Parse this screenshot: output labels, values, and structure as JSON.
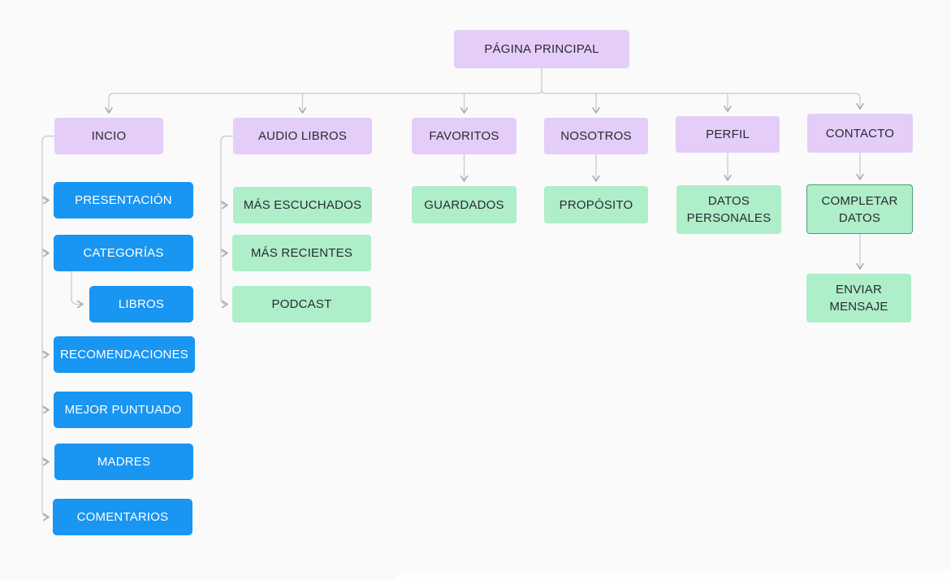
{
  "diagram": {
    "type": "sitemap-flowchart",
    "root_label": "PÁGINA PRINCIPAL"
  },
  "labels": {
    "root": "PÁGINA PRINCIPAL",
    "inicio": "INCIO",
    "presentacion": "PRESENTACIÓN",
    "categorias": "CATEGORÍAS",
    "libros": "LIBROS",
    "recomendaciones": "RECOMENDACIONES",
    "mejor_puntuado": "MEJOR PUNTUADO",
    "madres": "MADRES",
    "comentarios": "COMENTARIOS",
    "audio_libros": "AUDIO LIBROS",
    "mas_escuchados": "MÁS ESCUCHADOS",
    "mas_recientes": "MÁS RECIENTES",
    "podcast": "PODCAST",
    "favoritos": "FAVORITOS",
    "guardados": "GUARDADOS",
    "nosotros": "NOSOTROS",
    "proposito": "PROPÓSITO",
    "perfil": "PERFIL",
    "datos_personales": "DATOS PERSONALES",
    "contacto": "CONTACTO",
    "completar_datos": "COMPLETAR DATOS",
    "enviar_mensaje": "ENVIAR MENSAJE"
  },
  "tree": {
    "root": "root",
    "children": [
      {
        "id": "inicio",
        "children": [
          {
            "id": "presentacion"
          },
          {
            "id": "categorias",
            "children": [
              {
                "id": "libros"
              }
            ]
          },
          {
            "id": "recomendaciones"
          },
          {
            "id": "mejor_puntuado"
          },
          {
            "id": "madres"
          },
          {
            "id": "comentarios"
          }
        ]
      },
      {
        "id": "audio_libros",
        "children": [
          {
            "id": "mas_escuchados"
          },
          {
            "id": "mas_recientes"
          },
          {
            "id": "podcast"
          }
        ]
      },
      {
        "id": "favoritos",
        "children": [
          {
            "id": "guardados"
          }
        ]
      },
      {
        "id": "nosotros",
        "children": [
          {
            "id": "proposito"
          }
        ]
      },
      {
        "id": "perfil",
        "children": [
          {
            "id": "datos_personales"
          }
        ]
      },
      {
        "id": "contacto",
        "children": [
          {
            "id": "completar_datos",
            "children": [
              {
                "id": "enviar_mensaje"
              }
            ]
          }
        ]
      }
    ]
  },
  "selected_node": "completar_datos",
  "colors": {
    "background": "#FAFAFA",
    "level_top_fill": "#E4CDF8",
    "inicio_branch_fill": "#1995F2",
    "leaf_fill": "#AEEEC8",
    "selected_border": "#4D9E6F",
    "connector_line": "#C7C7CD",
    "arrowhead": "#A6A6AD",
    "text_dark": "#2B2B33",
    "text_on_blue": "#FFFFFF"
  }
}
